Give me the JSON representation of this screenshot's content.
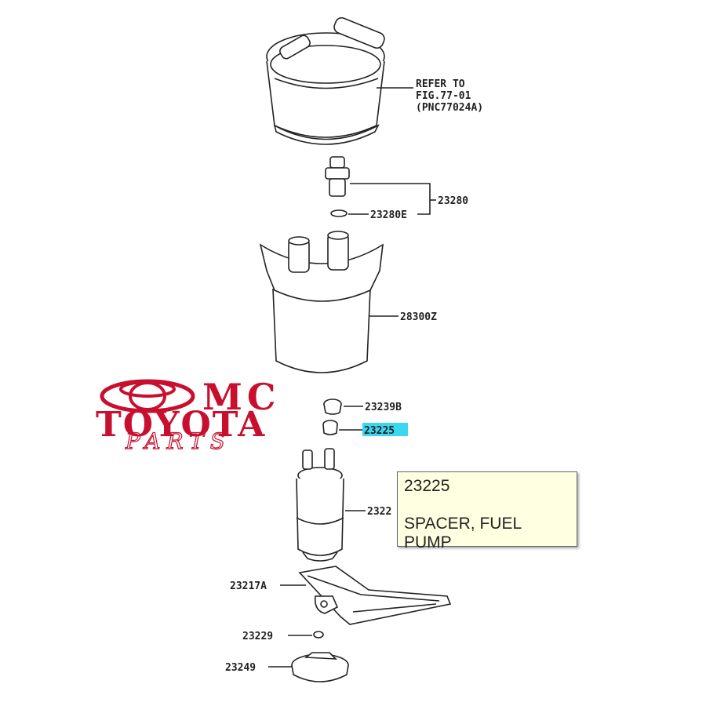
{
  "refer_note": {
    "line1": "REFER TO",
    "line2": "FIG.77-01",
    "line3": "(PNC77024A)"
  },
  "callouts": {
    "c23280": "23280",
    "c23280e": "23280E",
    "c28300z": "28300Z",
    "c23239b": "23239B",
    "c23225": "23225",
    "c2322x": "2322",
    "c23217a": "23217A",
    "c23229": "23229",
    "c23249": "23249"
  },
  "highlight_color": "#3ad8f0",
  "logo": {
    "mc": "MC",
    "toyota": "TOYOTA",
    "parts": "PARTS",
    "color": "#c8102e"
  },
  "tooltip": {
    "part_number": "23225",
    "description": "SPACER, FUEL PUMP"
  }
}
